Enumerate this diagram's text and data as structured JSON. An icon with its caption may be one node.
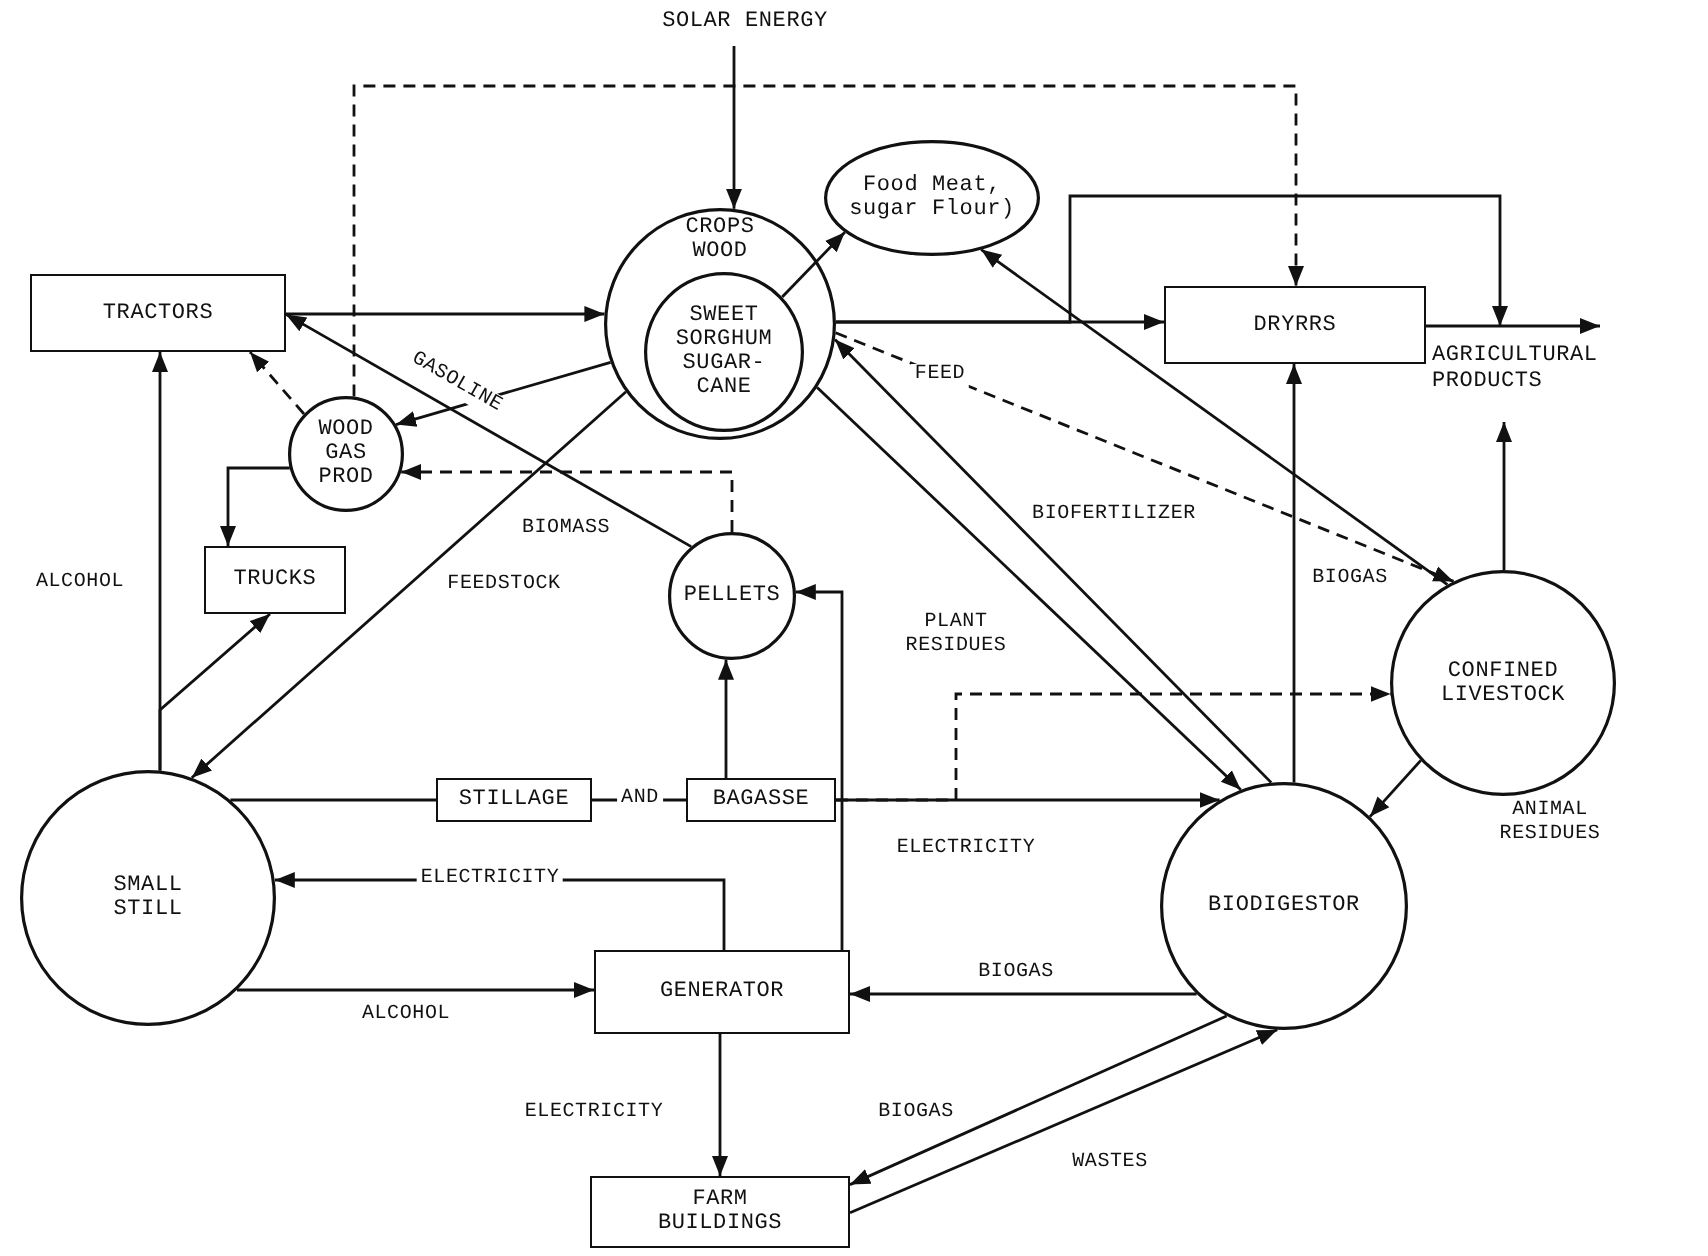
{
  "diagram": {
    "nodes": [
      {
        "text": [
          "TRACTORS"
        ]
      },
      {
        "text": [
          "CROPS WOOD"
        ]
      },
      {
        "text": [
          "SWEET SORGHUM SUGAR-CANE"
        ],
        "in": 1
      },
      {
        "text": [
          "Food Meat, sugar Flour)"
        ]
      },
      {
        "text": [
          "DRYRRS"
        ]
      },
      {
        "text": [
          "WOOD GAS PROD"
        ]
      },
      {
        "text": [
          "TRUCKS"
        ]
      },
      {
        "text": [
          "PELLETS"
        ]
      },
      {
        "text": [
          "CONFINED LIVESTOCK"
        ]
      },
      {
        "text": [
          "SMALL STILL"
        ]
      },
      {
        "text": [
          "STILLAGE"
        ]
      },
      {
        "text": [
          "BAGASSE"
        ]
      },
      {
        "text": [
          "BIODIGESTOR"
        ]
      },
      {
        "text": [
          "GENERATOR"
        ]
      },
      {
        "text": [
          "FARM BUILDINGS"
        ]
      },
      {
        "text": [
          "SOLAR ENERGY"
        ]
      },
      {
        "text": [
          "AGRICULTURAL PRODUCTS"
        ]
      }
    ],
    "edges": [
      {
        "from": 15,
        "to": 1,
        "arrow": "to"
      },
      {
        "from": 0,
        "to": 1,
        "arrow": "to"
      },
      {
        "from": 5,
        "to": 4,
        "arrow": "to",
        "style": "dashed"
      },
      {
        "from": 1,
        "to": 5,
        "arrow": "to"
      },
      {
        "from": 5,
        "to": 0,
        "arrow": "to",
        "style": "dashed"
      },
      {
        "from": 5,
        "to": 6,
        "arrow": "to"
      },
      {
        "from": 7,
        "to": 5,
        "arrow": "to",
        "style": "dashed",
        "label": "BIOMASS"
      },
      {
        "from": 7,
        "to": 0,
        "arrow": "to",
        "label": "GASOLINE"
      },
      {
        "from": 1,
        "to": 9,
        "arrow": "to",
        "label": "FEEDSTOCK"
      },
      {
        "from": 2,
        "to": 3,
        "arrow": "to"
      },
      {
        "from": 1,
        "to": 4,
        "arrow": "to"
      },
      {
        "from": 1,
        "to": 8,
        "arrow": "to",
        "style": "dashed",
        "label": "FEED"
      },
      {
        "from": 12,
        "to": 1,
        "arrow": "to",
        "label": "BIOFERTILIZER"
      },
      {
        "from": 1,
        "to": 12,
        "arrow": "to",
        "label": "PLANT RESIDUES"
      },
      {
        "from": 8,
        "to": 3,
        "arrow": "to"
      },
      {
        "from": 8,
        "to": 16,
        "arrow": "to"
      },
      {
        "from": 12,
        "to": 4,
        "arrow": "to",
        "label": "BIOGAS"
      },
      {
        "from": 4,
        "to": 16,
        "arrow": "to"
      },
      {
        "from": 1,
        "to": 16,
        "arrow": "to"
      },
      {
        "from": 9,
        "to": 0,
        "arrow": "to",
        "label": "ALCOHOL"
      },
      {
        "from": 9,
        "to": 6,
        "arrow": "to"
      },
      {
        "from": 9,
        "to": 10,
        "arrow": "none"
      },
      {
        "from": 10,
        "to": 11,
        "arrow": "none",
        "label": "AND"
      },
      {
        "from": 11,
        "to": 12,
        "arrow": "to",
        "label": "ELECTRICITY"
      },
      {
        "from": 11,
        "to": 7,
        "arrow": "to"
      },
      {
        "from": 11,
        "to": 8,
        "arrow": "to",
        "style": "dashed"
      },
      {
        "from": 13,
        "to": 9,
        "arrow": "to",
        "label": "ELECTRICITY"
      },
      {
        "from": 9,
        "to": 13,
        "arrow": "to",
        "label": "ALCOHOL"
      },
      {
        "from": 12,
        "to": 13,
        "arrow": "to",
        "label": "BIOGAS"
      },
      {
        "from": 13,
        "to": 14,
        "arrow": "to",
        "label": "ELECTRICITY"
      },
      {
        "from": 12,
        "to": 14,
        "arrow": "to",
        "label": "BIOGAS"
      },
      {
        "from": 14,
        "to": 12,
        "arrow": "to",
        "label": "WASTES"
      },
      {
        "from": 13,
        "to": 7,
        "arrow": "to"
      },
      {
        "from": 8,
        "to": 12,
        "arrow": "to",
        "label": "ANIMAL RESIDUES"
      }
    ]
  }
}
